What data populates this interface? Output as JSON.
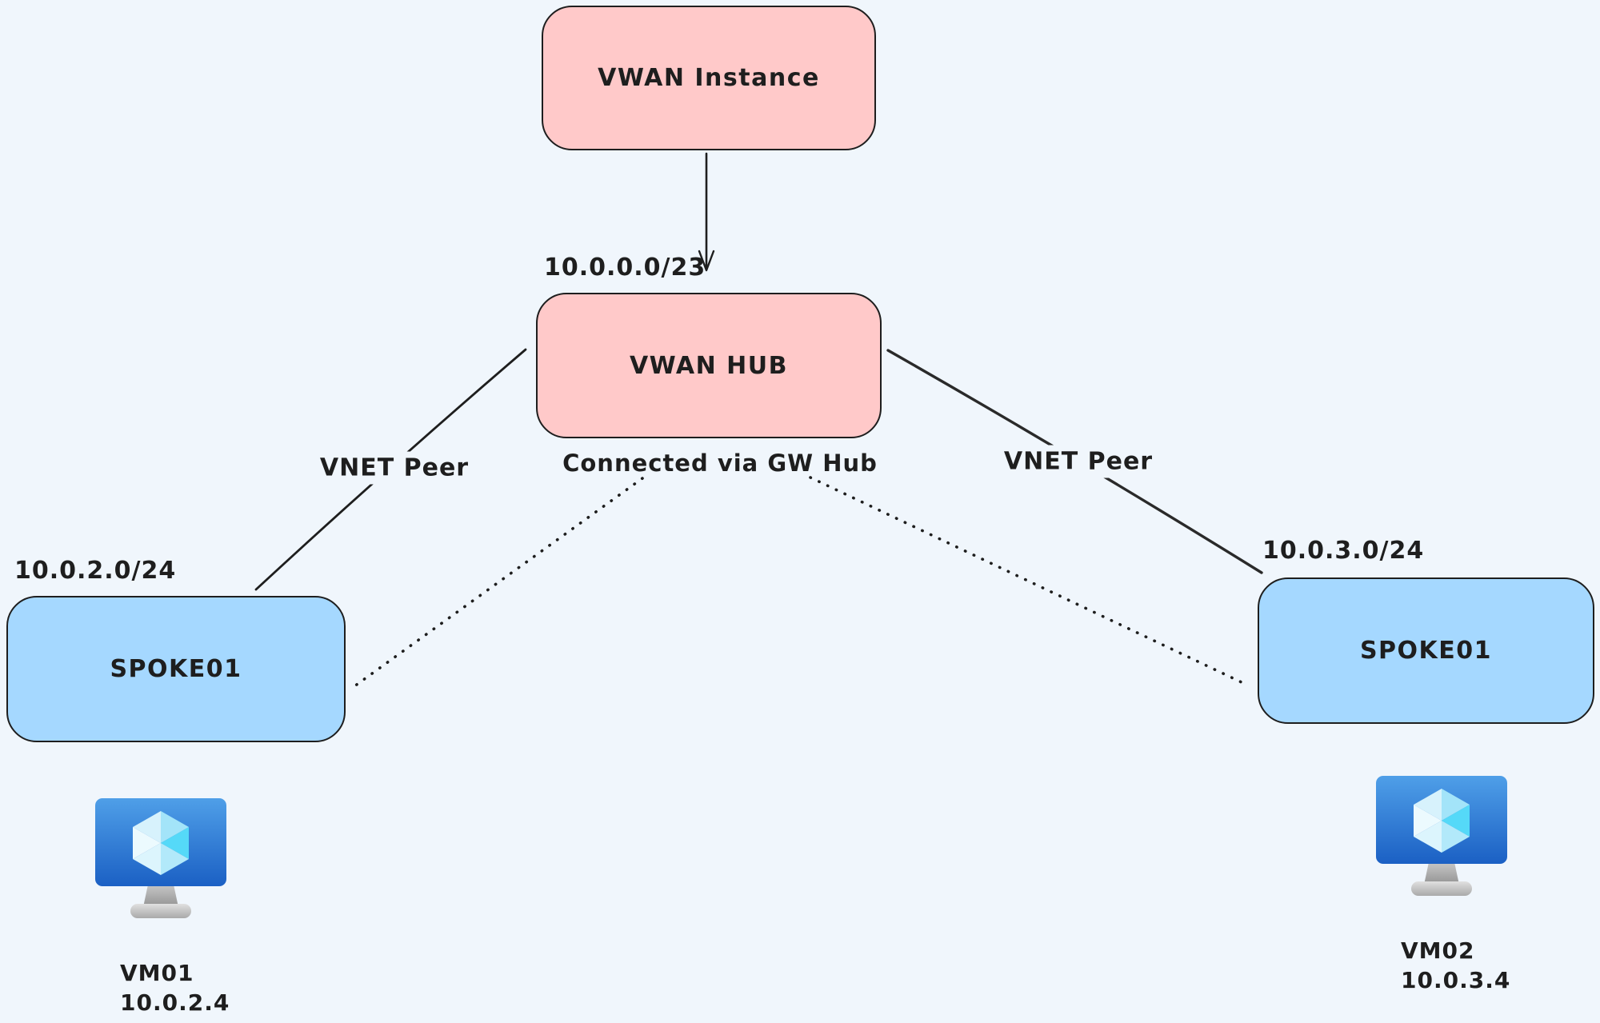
{
  "diagram": {
    "background_color": "#f0f6fc",
    "stroke_color": "#1e1e1e",
    "nodes": {
      "vwan_instance": {
        "label": "VWAN Instance",
        "fill": "#ffc9c9"
      },
      "vwan_hub": {
        "label": "VWAN HUB",
        "fill": "#ffc9c9",
        "cidr": "10.0.0.0/23"
      },
      "spoke_left": {
        "label": "SPOKE01",
        "fill": "#a5d8ff",
        "cidr": "10.0.2.0/24"
      },
      "spoke_right": {
        "label": "SPOKE01",
        "fill": "#a5d8ff",
        "cidr": "10.0.3.0/24"
      }
    },
    "edges": {
      "instance_to_hub": {
        "style": "solid-arrow",
        "from": "vwan_instance",
        "to": "vwan_hub"
      },
      "vnet_peer_left": {
        "label": "VNET Peer",
        "style": "solid",
        "from": "spoke_left",
        "to": "vwan_hub"
      },
      "vnet_peer_right": {
        "label": "VNET Peer",
        "style": "solid",
        "from": "vwan_hub",
        "to": "spoke_right"
      },
      "gw_hub_connection": {
        "label": "Connected via GW Hub",
        "style": "dotted",
        "from": "spoke_left",
        "to": "spoke_right"
      }
    },
    "vms": {
      "vm01": {
        "name": "VM01",
        "ip": "10.0.2.4",
        "icon": "azure-vm-icon"
      },
      "vm02": {
        "name": "VM02",
        "ip": "10.0.3.4",
        "icon": "azure-vm-icon"
      }
    }
  }
}
